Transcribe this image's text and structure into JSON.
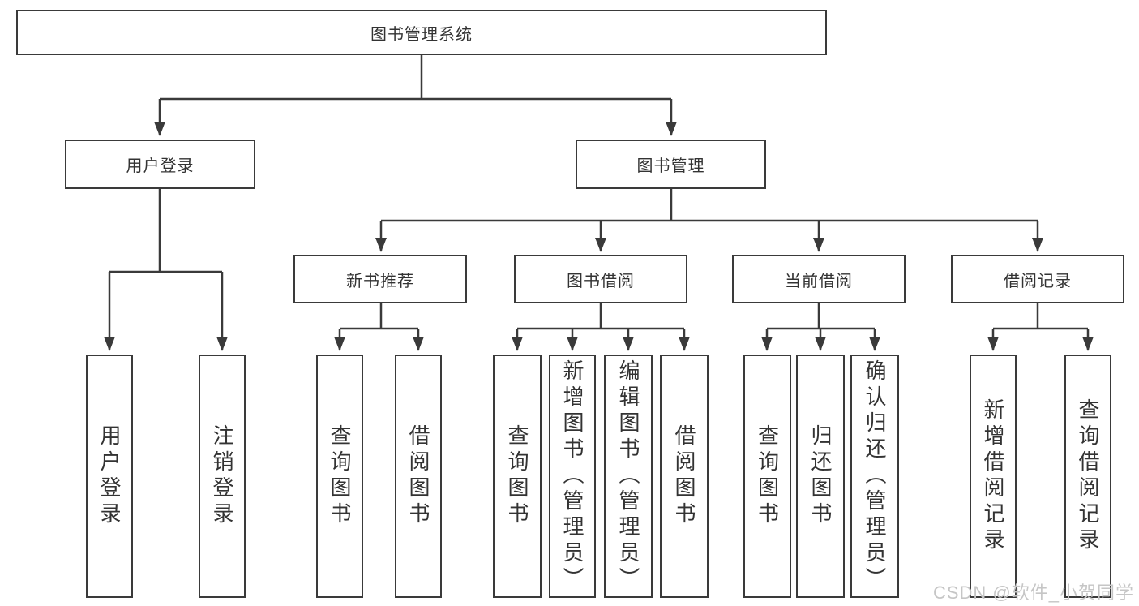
{
  "title": "图书管理系统",
  "watermark": "CSDN @软件_小贺同学",
  "level2": {
    "user_login": "用户登录",
    "book_management": "图书管理"
  },
  "level3": {
    "new_book": "新书推荐",
    "borrowing": "图书借阅",
    "current": "当前借阅",
    "records": "借阅记录"
  },
  "leaves": {
    "user_login": [
      "用户登录",
      "注销登录"
    ],
    "new_book": [
      "查询图书",
      "借阅图书"
    ],
    "borrowing": [
      "查询图书",
      "新增图书（管理员）",
      "编辑图书（管理员）",
      "借阅图书"
    ],
    "current": [
      "查询图书",
      "归还图书",
      "确认归还（管理员）"
    ],
    "records": [
      "新增借阅记录",
      "查询借阅记录"
    ]
  },
  "colors": {
    "line": "#3a3a3a",
    "text": "#333333",
    "watermark": "#c6c6c6",
    "background": "#ffffff"
  }
}
